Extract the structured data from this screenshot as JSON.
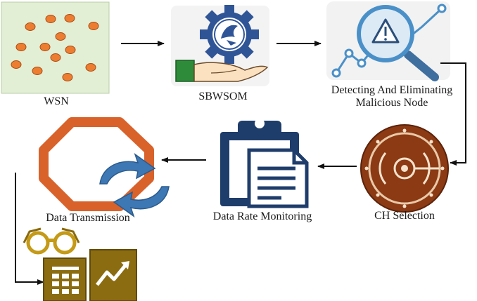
{
  "stages": {
    "wsn": {
      "label": "WSN",
      "icon": "sensor-nodes-icon"
    },
    "sbwsom": {
      "label": "SBWSOM",
      "icon": "gear-hand-icon"
    },
    "detecting": {
      "label_line1": "Detecting And Eliminating",
      "label_line2": "Malicious Node",
      "icon": "warning-magnifier-icon"
    },
    "ch_selection": {
      "label": "CH Selection",
      "icon": "cluster-head-icon"
    },
    "data_rate": {
      "label": "Data Rate Monitoring",
      "icon": "clipboard-icon"
    },
    "data_transmission": {
      "label": "Data Transmission",
      "icon": "octagon-refresh-icon"
    },
    "analysis": {
      "icon": "analytics-chart-icon"
    }
  },
  "colors": {
    "node": "#ed7d31",
    "wsn_background": "#e2efd5",
    "gear_blue": "#2f5597",
    "hand_green": "#2e8b3a",
    "magnifier_blue": "#4a90c8",
    "ch_brown": "#8b3a14",
    "clipboard_navy": "#1f3d6b",
    "octagon_orange": "#d9622b",
    "refresh_blue": "#3d78b5",
    "gold": "#c49a16"
  }
}
